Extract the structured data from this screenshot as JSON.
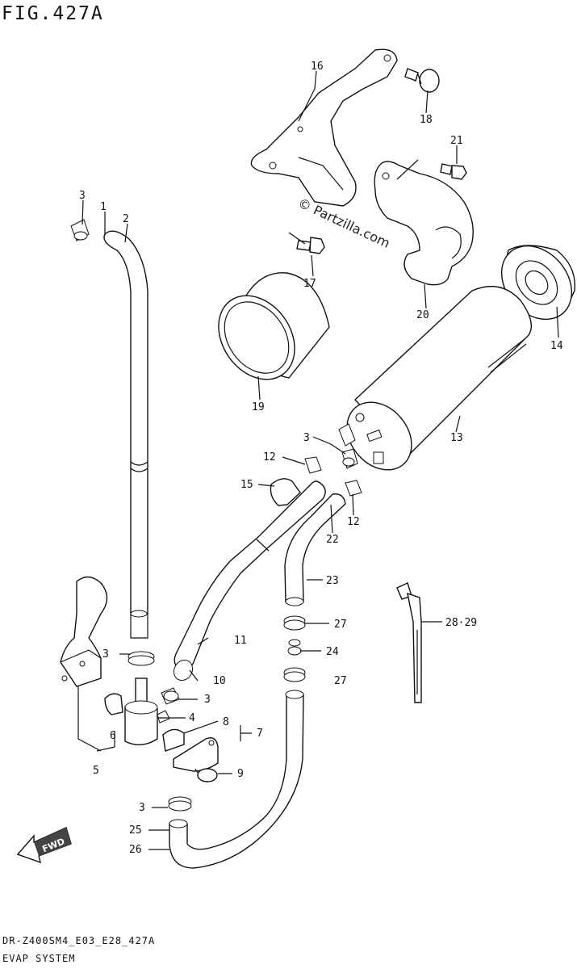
{
  "figure": {
    "title": "FIG.427A",
    "code": "DR-Z400SM4_E03_E28_427A",
    "name": "EVAP SYSTEM"
  },
  "watermark": "© Partzilla.com",
  "fwd_label": "FWD",
  "callouts": {
    "c1": "1",
    "c2": "2",
    "c3a": "3",
    "c3b": "3",
    "c3c": "3",
    "c3d": "3",
    "c3e": "3",
    "c4": "4",
    "c5": "5",
    "c6": "6",
    "c7": "7",
    "c8": "8",
    "c9": "9",
    "c10": "10",
    "c11": "11",
    "c12a": "12",
    "c12b": "12",
    "c13": "13",
    "c14": "14",
    "c15": "15",
    "c16": "16",
    "c17": "17",
    "c18": "18",
    "c19": "19",
    "c20": "20",
    "c21": "21",
    "c22": "22",
    "c23": "23",
    "c24": "24",
    "c25": "25",
    "c26": "26",
    "c27a": "27",
    "c27b": "27",
    "c2829": "28·29"
  }
}
